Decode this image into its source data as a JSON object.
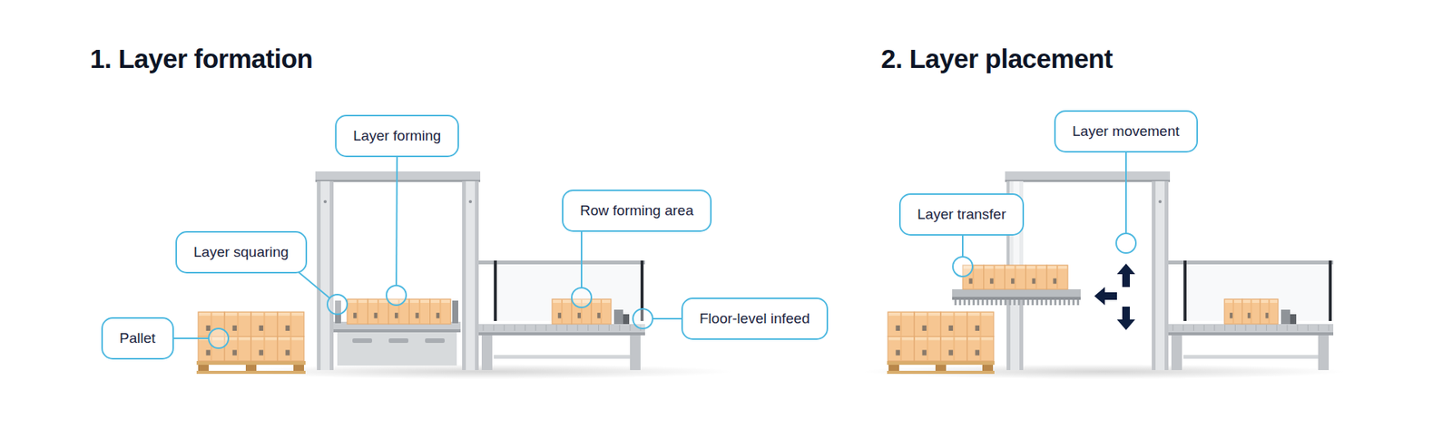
{
  "diagram": {
    "nodes": [
      {
        "text": [
          "Layer forming"
        ]
      },
      {
        "text": [
          "Row forming area"
        ]
      },
      {
        "text": [
          "Layer squaring"
        ]
      },
      {
        "text": [
          "Pallet"
        ]
      },
      {
        "text": [
          "Floor-level infeed"
        ]
      },
      {
        "text": [
          "Layer movement"
        ]
      },
      {
        "text": [
          "Layer transfer"
        ]
      }
    ],
    "labels": [
      "1. Layer formation",
      "2. Layer placement"
    ]
  }
}
